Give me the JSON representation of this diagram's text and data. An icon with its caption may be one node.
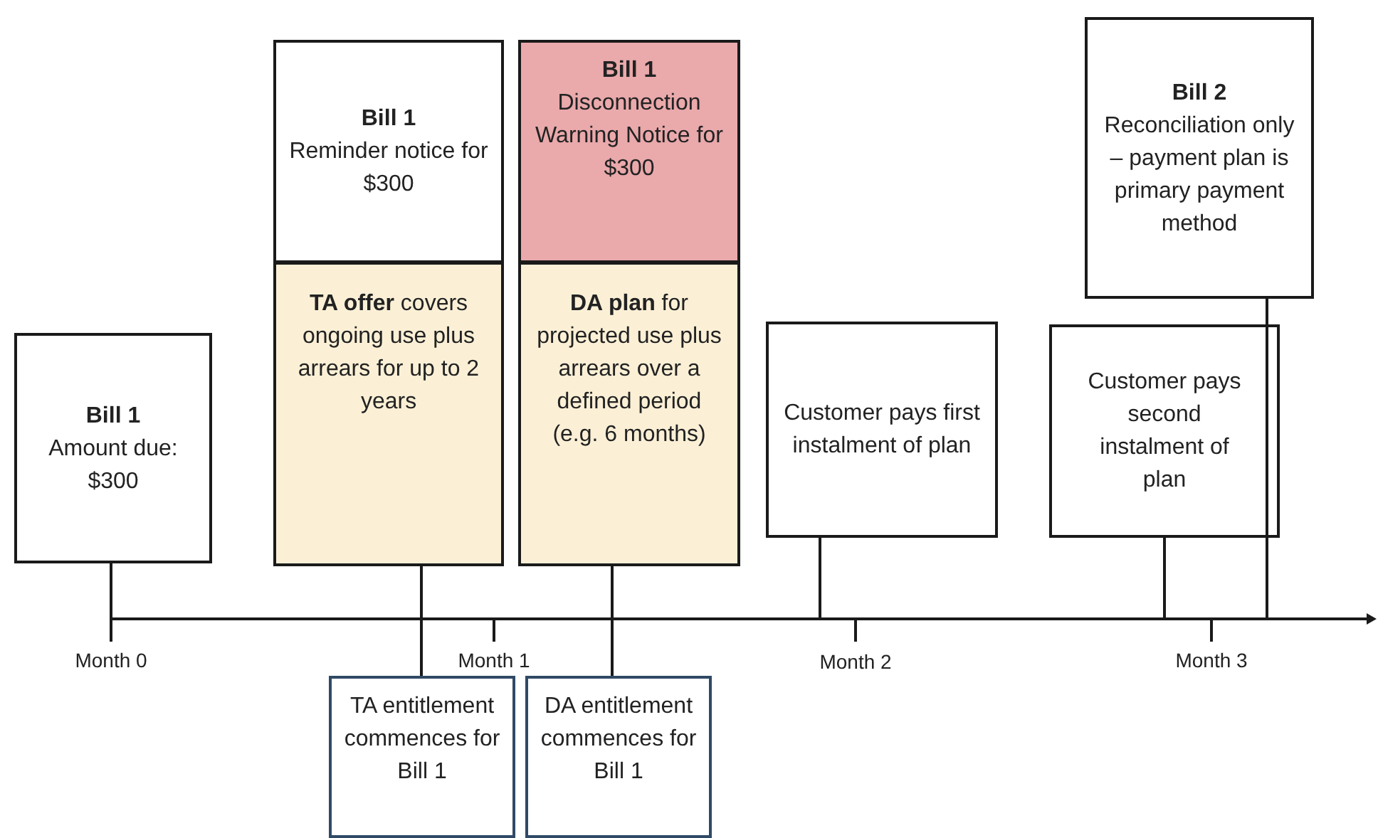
{
  "diagram": {
    "nodes": [
      {
        "text": [
          "Bill 1",
          "Amount due: $300"
        ]
      },
      {
        "text": [
          "Bill 1",
          "Reminder notice for $300"
        ]
      },
      {
        "text": [
          "**TA offer** covers ongoing use plus arrears for up to 2 years"
        ]
      },
      {
        "text": [
          "Bill 1",
          "Disconnection Warning Notice for $300"
        ]
      },
      {
        "text": [
          "**DA plan** for projected use plus arrears over a defined period (e.g. 6 months)"
        ]
      },
      {
        "text": [
          "Customer pays first instalment of plan"
        ]
      },
      {
        "text": [
          "Bill 2",
          "Reconciliation only – payment plan is primary payment method"
        ]
      },
      {
        "text": [
          "Customer pays second instalment of plan"
        ]
      },
      {
        "text": [
          "TA entitlement commences for Bill 1"
        ]
      },
      {
        "text": [
          "DA entitlement commences for Bill 1"
        ]
      }
    ],
    "edges": [
      {
        "from": 0,
        "to": null,
        "arrow": "none"
      },
      {
        "from": 2,
        "to": 8,
        "arrow": "none"
      },
      {
        "from": 4,
        "to": 9,
        "arrow": "none"
      },
      {
        "from": 5,
        "to": null,
        "arrow": "none"
      },
      {
        "from": 7,
        "to": null,
        "arrow": "none"
      },
      {
        "from": 6,
        "to": null,
        "arrow": "none"
      }
    ],
    "labels": [
      "Month 0",
      "Month 1",
      "Month 2",
      "Month 3"
    ]
  }
}
